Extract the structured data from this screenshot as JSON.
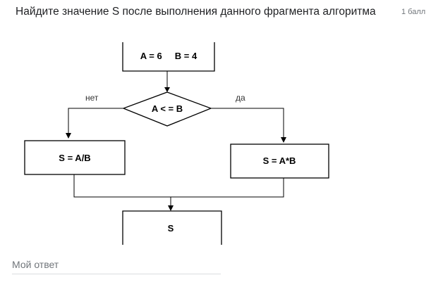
{
  "question": {
    "title": "Найдите значение S после выполнения данного фрагмента алгоритма",
    "points": "1 балл"
  },
  "flowchart": {
    "init_block": "A = 6     B = 4",
    "condition": "A < = B",
    "branch_no": "нет",
    "branch_yes": "да",
    "no_block": "S = A/B",
    "yes_block": "S = A*B",
    "output_block": "S"
  },
  "answer": {
    "placeholder": "Мой ответ",
    "value": ""
  }
}
